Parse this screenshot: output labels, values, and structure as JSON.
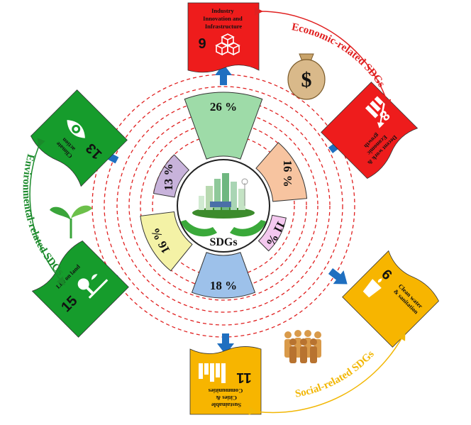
{
  "center": {
    "label": "SDGs"
  },
  "segments": [
    {
      "value": "26 %",
      "color": "#9edba8"
    },
    {
      "value": "16 %",
      "color": "#f7c4a0"
    },
    {
      "value": "11 %",
      "color": "#f4c8ef"
    },
    {
      "value": "18 %",
      "color": "#9dc1ea"
    },
    {
      "value": "16 %",
      "color": "#f4f2a6"
    },
    {
      "value": "13 %",
      "color": "#c8b3db"
    }
  ],
  "goals": [
    {
      "number": "9",
      "title_lines": [
        "Industry",
        "Innovation and",
        "Infrastructure"
      ],
      "color": "#ee1c1c"
    },
    {
      "number": "8",
      "title_lines": [
        "Decent work &",
        "Economic",
        "growth"
      ],
      "color": "#ee1c1c"
    },
    {
      "number": "6",
      "title_lines": [
        "Clean water",
        "& sanitation"
      ],
      "color": "#f7b500"
    },
    {
      "number": "11",
      "title_lines": [
        "Sustainable",
        "Cities &",
        "Communities"
      ],
      "color": "#f7b500"
    },
    {
      "number": "15",
      "title_lines": [
        "Life on land"
      ],
      "color": "#169c2c"
    },
    {
      "number": "13",
      "title_lines": [
        "Climate",
        "action"
      ],
      "color": "#169c2c"
    }
  ],
  "categories": {
    "economic": {
      "label": "Economic-related SDGs",
      "color": "#e02020"
    },
    "social": {
      "label": "Social-related SDGs",
      "color": "#f2b705"
    },
    "environmental": {
      "label": "Environmental-related SDGs",
      "color": "#1a8a2a"
    }
  }
}
